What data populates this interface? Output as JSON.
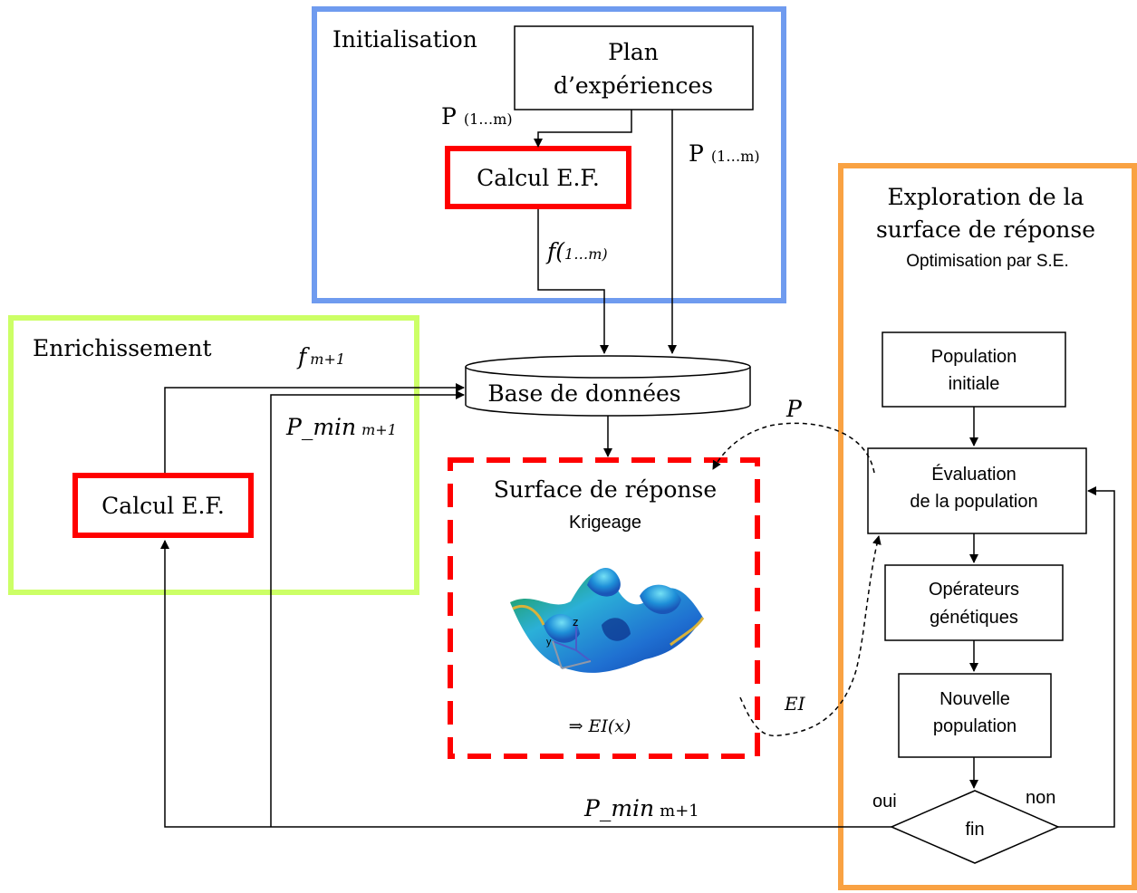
{
  "groups": {
    "initialisation": {
      "label": "Initialisation",
      "color": "#6f9bef"
    },
    "enrichissement": {
      "label": "Enrichissement",
      "color": "#ccff66"
    },
    "exploration": {
      "title_line1": "Exploration de la",
      "title_line2": "surface de réponse",
      "subtitle": "Optimisation par S.E.",
      "color": "#f9a243"
    }
  },
  "nodes": {
    "plan_line1": "Plan",
    "plan_line2": "d’expériences",
    "calcul_ef_top": "Calcul E.F.",
    "calcul_ef_left": "Calcul E.F.",
    "calcul_ef_color": "#ff0000",
    "base_donnees": "Base de données",
    "surface_title": "Surface de réponse",
    "surface_subtitle": "Krigeage",
    "surface_ei": "⇒ EI(x)",
    "surface_border_color": "#ff0000",
    "population_line1": "Population",
    "population_line2": "initiale",
    "evaluation_line1": "Évaluation",
    "evaluation_line2": "de la population",
    "operateurs_line1": "Opérateurs",
    "operateurs_line2": "génétiques",
    "nouvelle_line1": "Nouvelle",
    "nouvelle_line2": "population",
    "fin": "fin"
  },
  "edge_labels": {
    "p_1m_left_main": "P",
    "p_1m_left_sub": "(1…m)",
    "p_1m_right_main": "P",
    "p_1m_right_sub": "(1…m)",
    "f_1m_main": "f(",
    "f_1m_sub": "1…m)",
    "f_m1_main": "f",
    "f_m1_sub": "m+1",
    "pmin_top_main": "P_min",
    "pmin_top_sub": "m+1",
    "pmin_bottom_main": "P_min",
    "pmin_bottom_sub": "m+1",
    "p": "P",
    "ei": "EI",
    "oui": "oui",
    "non": "non"
  }
}
